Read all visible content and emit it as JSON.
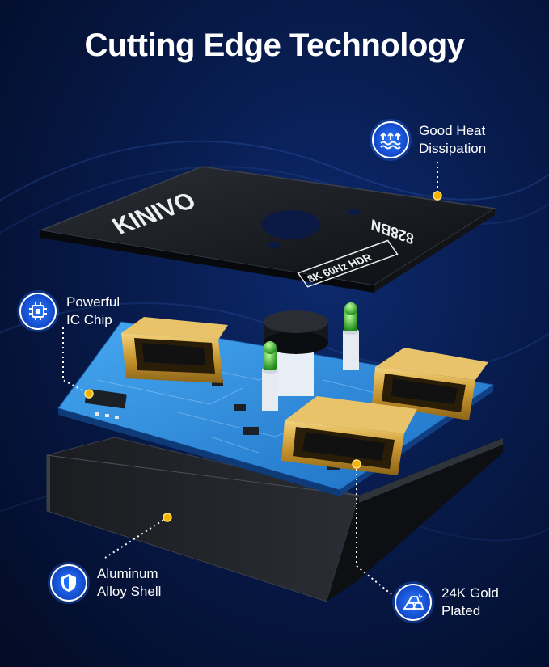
{
  "title": "Cutting Edge Technology",
  "callouts": {
    "heat": {
      "line1": "Good Heat",
      "line2": "Dissipation",
      "icon": "heat-dissipation-icon"
    },
    "chip": {
      "line1": "Powerful",
      "line2": "IC Chip",
      "icon": "chip-icon"
    },
    "shell": {
      "line1": "Aluminum",
      "line2": "Alloy Shell",
      "icon": "shield-icon"
    },
    "gold": {
      "line1": "24K Gold",
      "line2": "Plated",
      "icon": "gold-bars-icon"
    }
  },
  "product": {
    "brand": "KINIVO",
    "model": "828BN",
    "spec": "8K 60Hz HDR"
  },
  "colors": {
    "accent": "#f5b400",
    "badge": "#1e6eff",
    "pcb": "#2a8fe0",
    "gold": "#d9a93a"
  }
}
